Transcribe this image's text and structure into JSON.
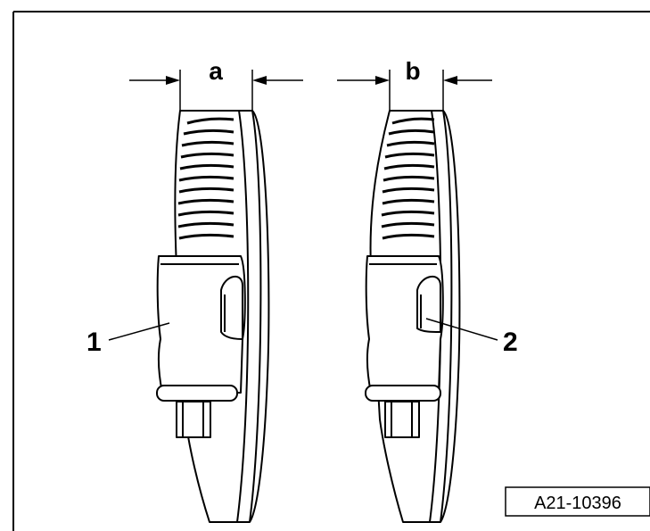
{
  "dimension_labels": {
    "a": "a",
    "b": "b"
  },
  "callouts": {
    "clamp_1": "1",
    "clamp_2": "2"
  },
  "figure_code": "A21-10396",
  "colors": {
    "line": "#000000",
    "background": "#ffffff"
  }
}
